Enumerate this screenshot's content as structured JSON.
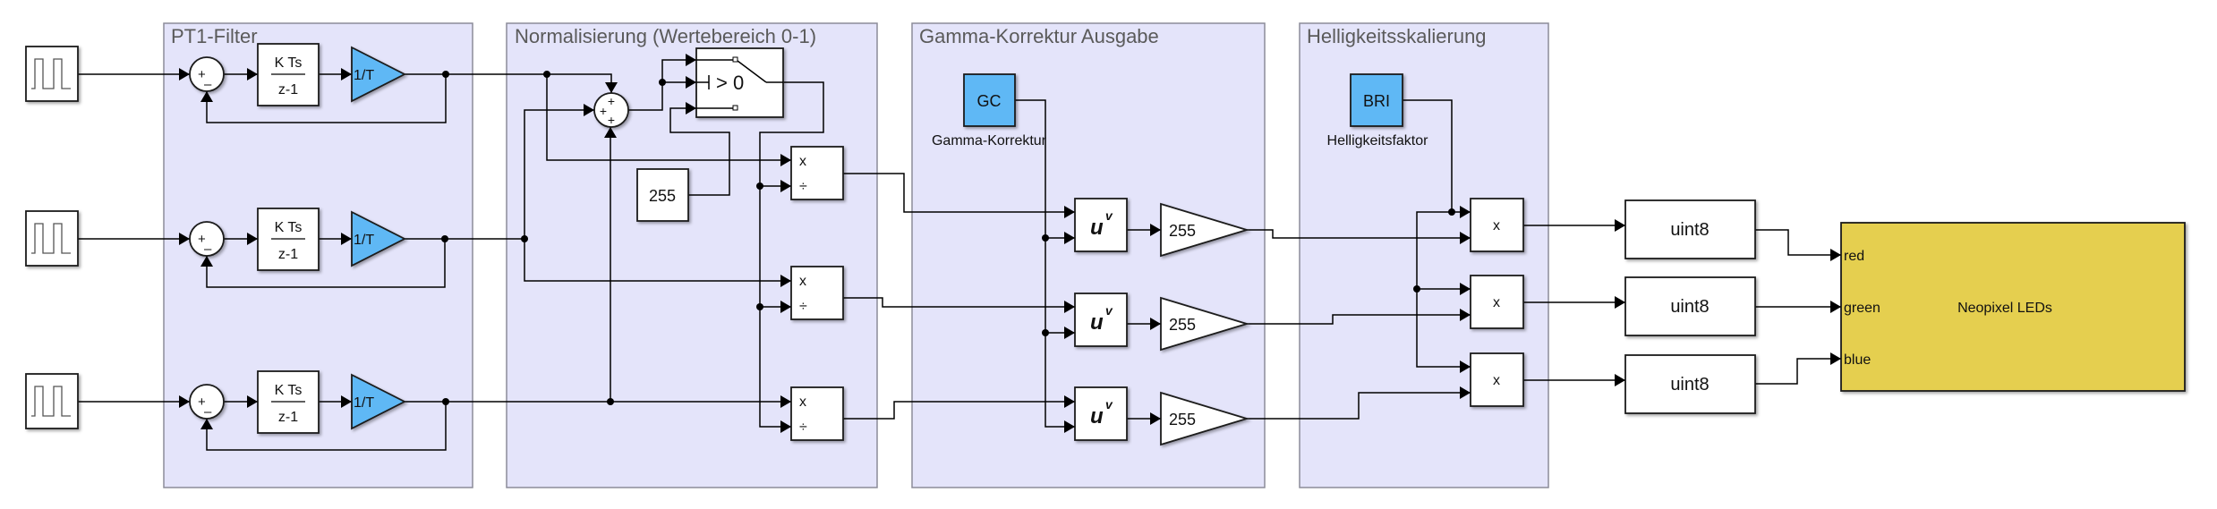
{
  "diagram": {
    "areas": {
      "pt1": "PT1-Filter",
      "norm": "Normalisierung (Wertebereich 0-1)",
      "gamma": "Gamma-Korrektur Ausgabe",
      "bright": "Helligkeitsskalierung"
    },
    "blocks": {
      "pulse_icon": "pulse-generator",
      "sum_plus": "+",
      "sum_minus": "–",
      "tf_num": "K Ts",
      "tf_den": "z-1",
      "gain_pt1": "1/T",
      "sum3_signs": [
        "+",
        "+",
        "+"
      ],
      "switch_label": "> 0",
      "const_255": "255",
      "prod_mul": "x",
      "prod_div": "÷",
      "gc_block": "GC",
      "gc_label": "Gamma-Korrektur",
      "pow_u": "u",
      "pow_v": "v",
      "gain_255": "255",
      "bri_block": "BRI",
      "bri_label": "Helligkeitsfaktor",
      "mul_label": "x",
      "convert_label": "uint8",
      "neopixel_title": "Neopixel LEDs",
      "neopixel_ports": [
        "red",
        "green",
        "blue"
      ]
    },
    "colors": {
      "area_fill": "#e4e4fa",
      "parameter_block": "#5fb8f5",
      "neopixel_block": "#e5cf50"
    }
  }
}
